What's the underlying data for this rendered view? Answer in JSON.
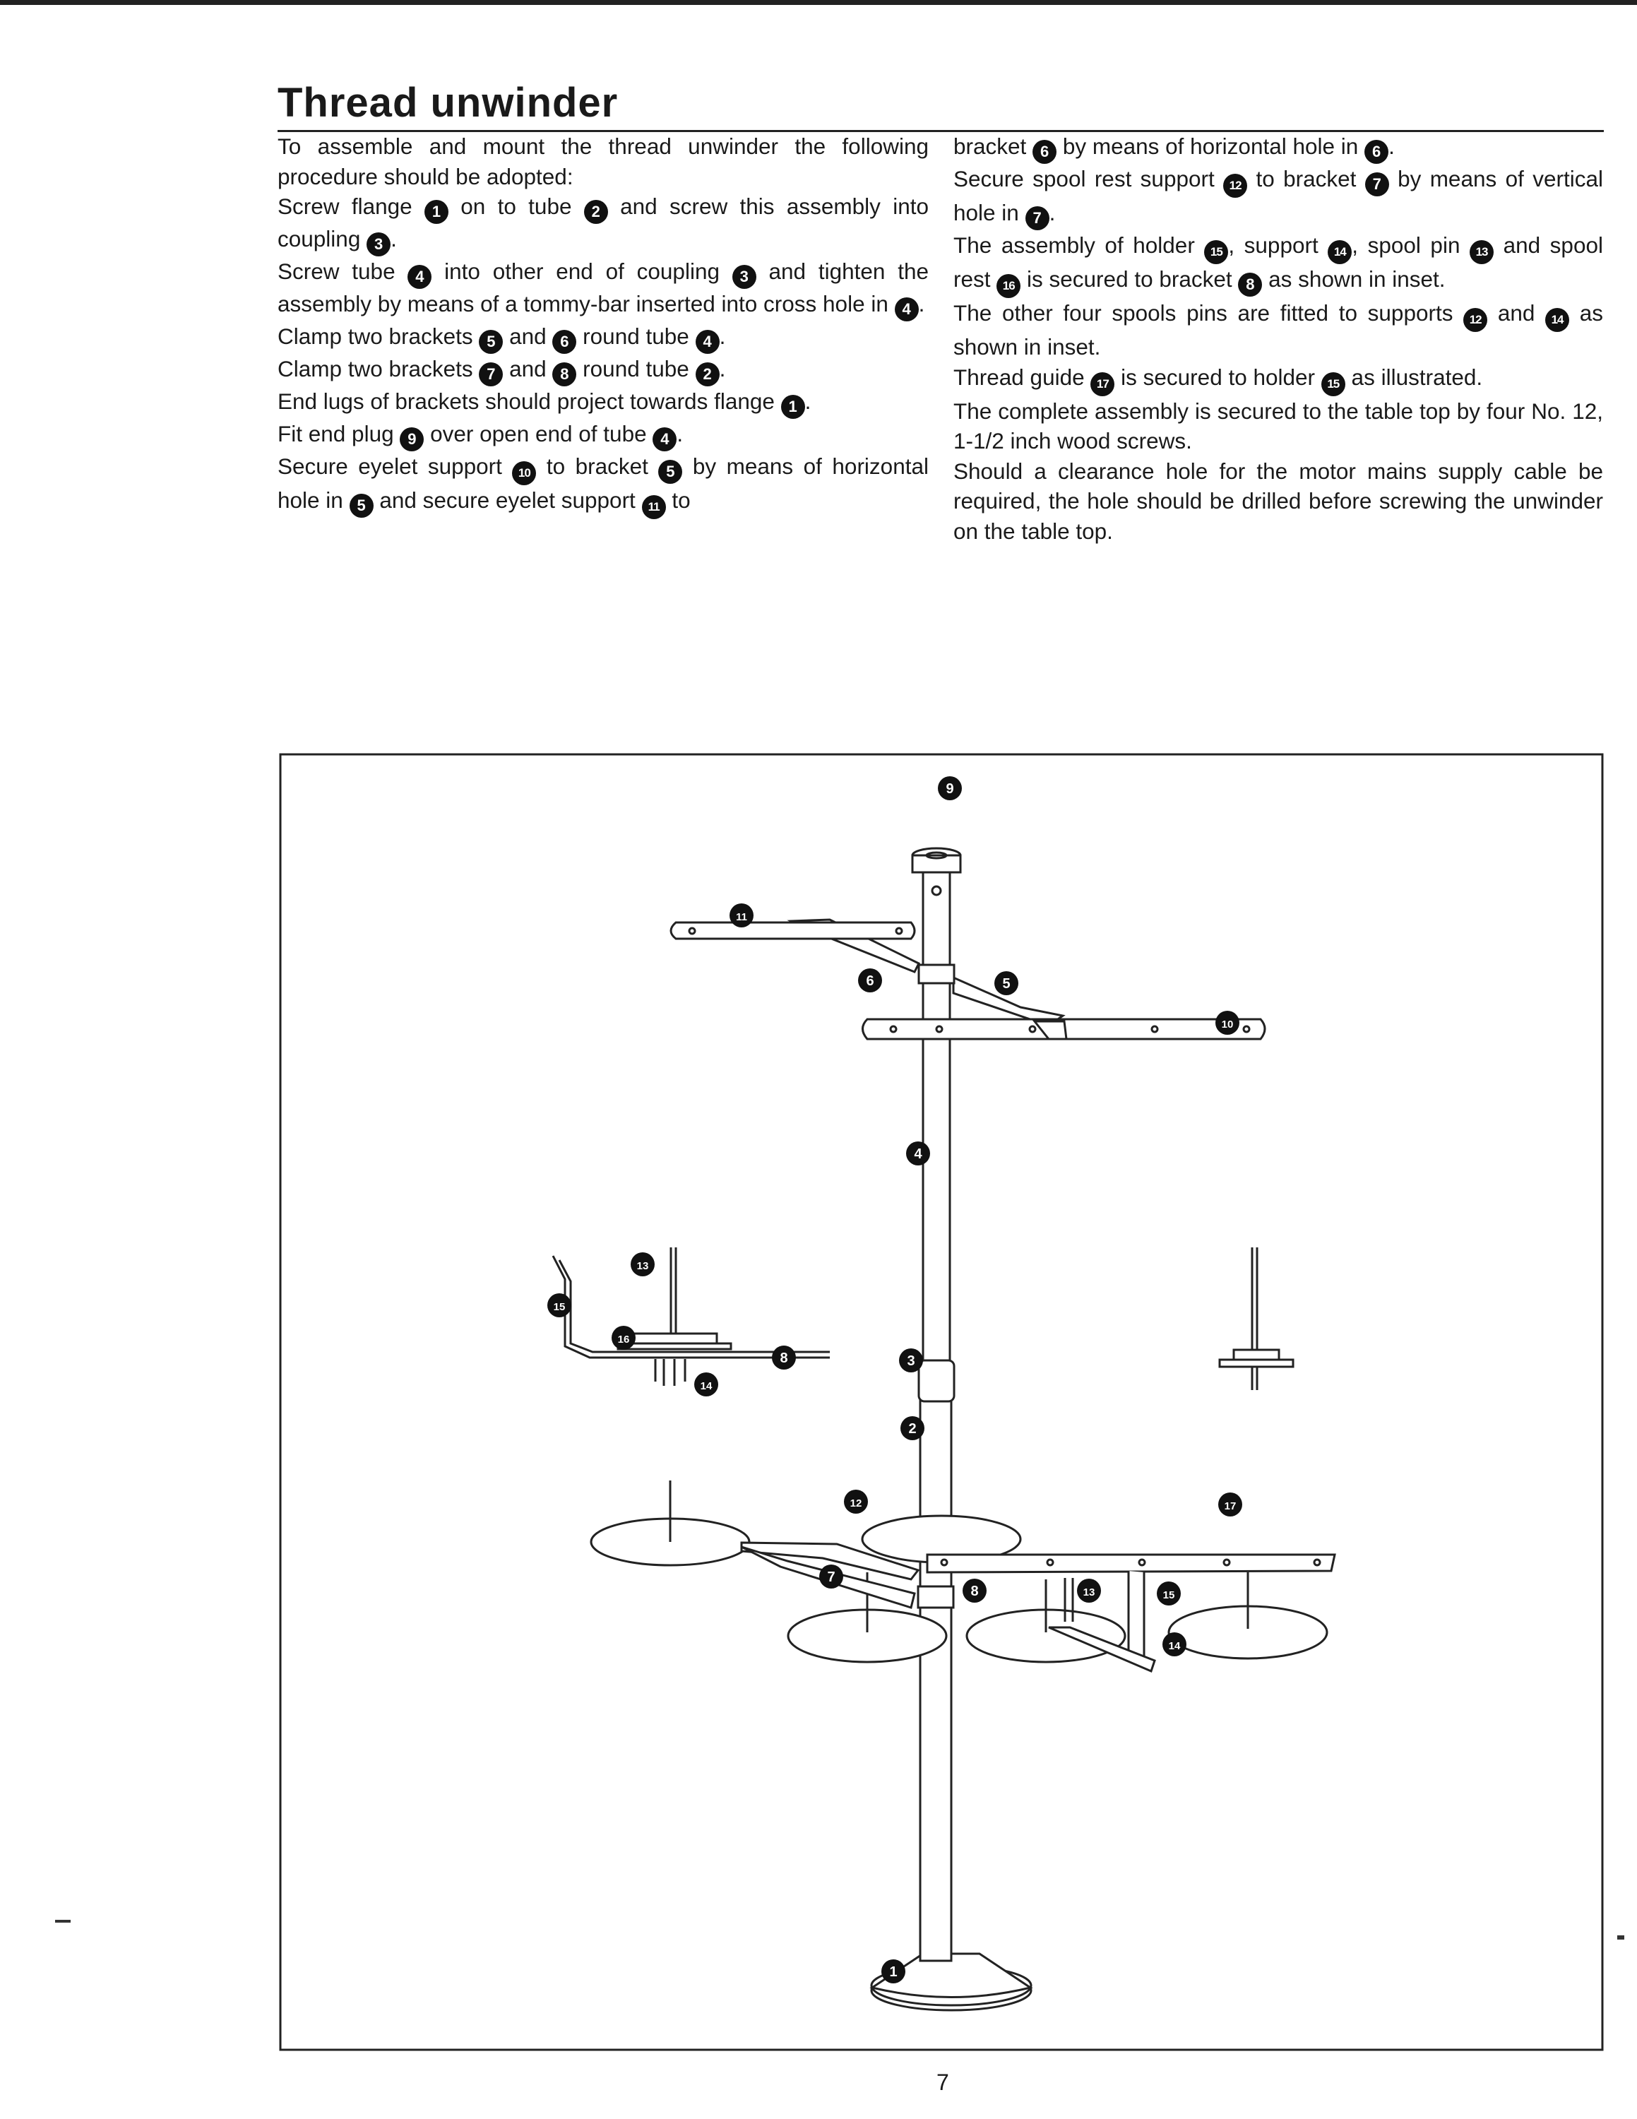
{
  "title": "Thread unwinder",
  "left_column": [
    [
      "To assemble and mount the thread unwinder the following procedure should be adopted:"
    ],
    [
      "Screw flange ",
      "1",
      " on to tube ",
      "2",
      " and screw this assembly into coupling ",
      "3",
      "."
    ],
    [
      "Screw tube ",
      "4",
      " into other end of coupling ",
      "3",
      " and tighten the assembly by means of a tommy-bar inserted into cross hole in ",
      "4",
      "."
    ],
    [
      "Clamp two brackets ",
      "5",
      " and ",
      "6",
      " round tube ",
      "4",
      "."
    ],
    [
      "Clamp two brackets ",
      "7",
      " and ",
      "8",
      " round tube ",
      "2",
      "."
    ],
    [
      "End lugs of brackets should project towards flange ",
      "1",
      "."
    ],
    [
      "Fit end plug ",
      "9",
      " over open end of tube ",
      "4",
      "."
    ],
    [
      "Secure eyelet support ",
      "10",
      " to bracket ",
      "5",
      " by means of horizontal hole in ",
      "5",
      " and secure eyelet support ",
      "11",
      " to"
    ]
  ],
  "right_column": [
    [
      "bracket ",
      "6",
      " by means of horizontal hole in ",
      "6",
      "."
    ],
    [
      "Secure spool rest support ",
      "12",
      " to bracket ",
      "7",
      " by means of vertical hole in ",
      "7",
      "."
    ],
    [
      "The assembly of holder ",
      "15",
      ", support ",
      "14",
      ", spool pin ",
      "13",
      " and spool rest ",
      "16",
      " is secured to bracket ",
      "8",
      " as shown in inset."
    ],
    [
      "The other four spools pins are fitted to supports ",
      "12",
      " and ",
      "14",
      " as shown in inset."
    ],
    [
      "Thread guide ",
      "17",
      " is secured to holder ",
      "15",
      " as illustrated."
    ],
    [
      "The complete assembly is secured to the table top by four No. 12, 1-1/2 inch wood screws."
    ],
    [
      "Should a clearance hole for the motor mains supply cable be required, the hole should be drilled before screwing the unwinder on the table top."
    ]
  ],
  "diagram_callouts": [
    "9",
    "11",
    "6",
    "5",
    "10",
    "4",
    "13",
    "15",
    "16",
    "8",
    "14",
    "3",
    "2",
    "12",
    "17",
    "7",
    "8",
    "13",
    "15",
    "14",
    "1"
  ],
  "page_number": "7"
}
